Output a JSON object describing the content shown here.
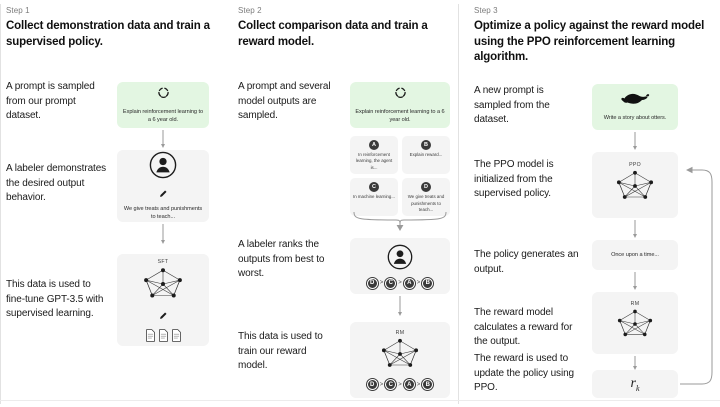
{
  "figure": {
    "title": "RLHF three-step training diagram",
    "background_color": "#ffffff",
    "card_color": "#f4f4f4",
    "prompt_card_color": "#e3f6e2",
    "divider_color": "#e2e2e2"
  },
  "steps": [
    {
      "label": "Step 1",
      "title": "Collect demonstration data and train a supervised policy.",
      "captions": [
        "A prompt is sampled from our prompt dataset.",
        "A labeler demonstrates the desired output behavior.",
        "This data is used to fine-tune GPT-3.5 with supervised learning."
      ],
      "prompt_card": {
        "icon": "loop-icon",
        "text": "Explain reinforcement learning to a 6 year old."
      },
      "labeler_card": {
        "icon": "person-icon",
        "pencil": "pencil-icon",
        "text": "We give treats and punishments to teach..."
      },
      "model_card": {
        "net_label": "SFT",
        "pencil": "pencil-icon",
        "docs": 3
      }
    },
    {
      "label": "Step 2",
      "title": "Collect comparison data and train a reward model.",
      "captions": [
        "A prompt and several model outputs are sampled.",
        "A labeler ranks the outputs from best to worst.",
        "This data is used to train our reward model."
      ],
      "prompt_card": {
        "icon": "loop-icon",
        "text": "Explain reinforcement learning to a 6 year old."
      },
      "outputs": [
        {
          "badge": "A",
          "text": "In reinforcement learning, the agent is..."
        },
        {
          "badge": "B",
          "text": "Explain reward..."
        },
        {
          "badge": "C",
          "text": "In machine learning..."
        },
        {
          "badge": "D",
          "text": "We give treats and punishments to teach..."
        }
      ],
      "ranking": [
        "D",
        "C",
        "A",
        "B"
      ],
      "ranking_separator": ">",
      "labeler_card": {
        "icon": "person-icon"
      },
      "reward_card": {
        "net_label": "RM"
      }
    },
    {
      "label": "Step 3",
      "title": "Optimize a policy against the reward model using the PPO reinforcement learning algorithm.",
      "captions": [
        "A new prompt is sampled from the dataset.",
        "The PPO model is initialized from the supervised policy.",
        "The policy generates an output.",
        "The reward model calculates a reward for the output.",
        "The reward is used to update the policy using PPO."
      ],
      "prompt_card": {
        "icon": "otter-icon",
        "text": "Write a story about otters."
      },
      "ppo_card": {
        "net_label": "PPO"
      },
      "output_card": {
        "text": "Once upon a time..."
      },
      "reward_card": {
        "net_label": "RM"
      },
      "reward_value_card": {
        "symbol": "r",
        "subscript": "k"
      },
      "feedback_loop": "loop-back-arrow"
    }
  ]
}
